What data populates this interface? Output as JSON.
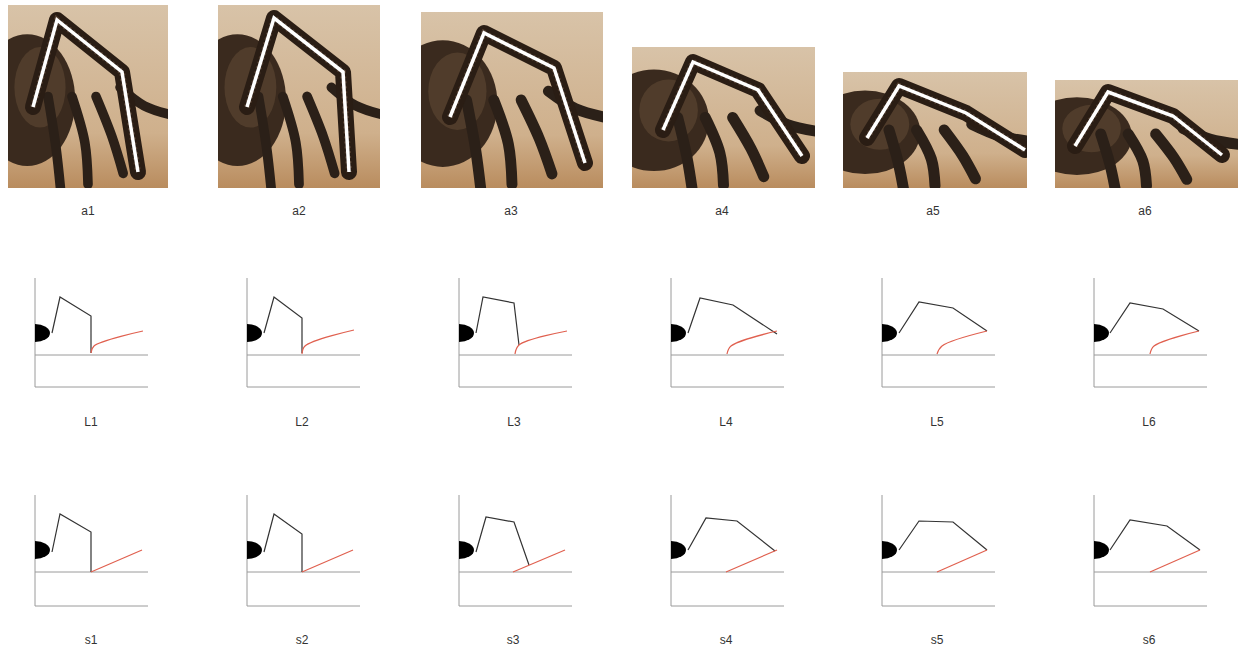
{
  "diagram": {
    "labels": [
      "a1",
      "a2",
      "a3",
      "a4",
      "a5",
      "a6",
      "L1",
      "L2",
      "L3",
      "L4",
      "L5",
      "L6",
      "s1",
      "s2",
      "s3",
      "s4",
      "s5",
      "s6"
    ]
  }
}
